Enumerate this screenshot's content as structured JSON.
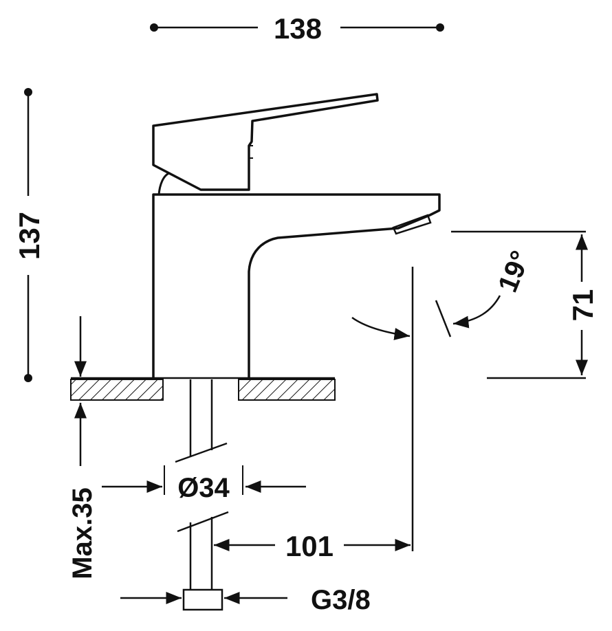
{
  "dimensions": {
    "overall_width": "138",
    "overall_height": "137",
    "spout_height": "71",
    "spout_angle": "19°",
    "deck_thickness": "Max.35",
    "body_diameter": "Ø34",
    "spout_reach": "101",
    "connection_thread": "G3/8"
  },
  "colors": {
    "ink": "#111111",
    "background": "#ffffff"
  }
}
